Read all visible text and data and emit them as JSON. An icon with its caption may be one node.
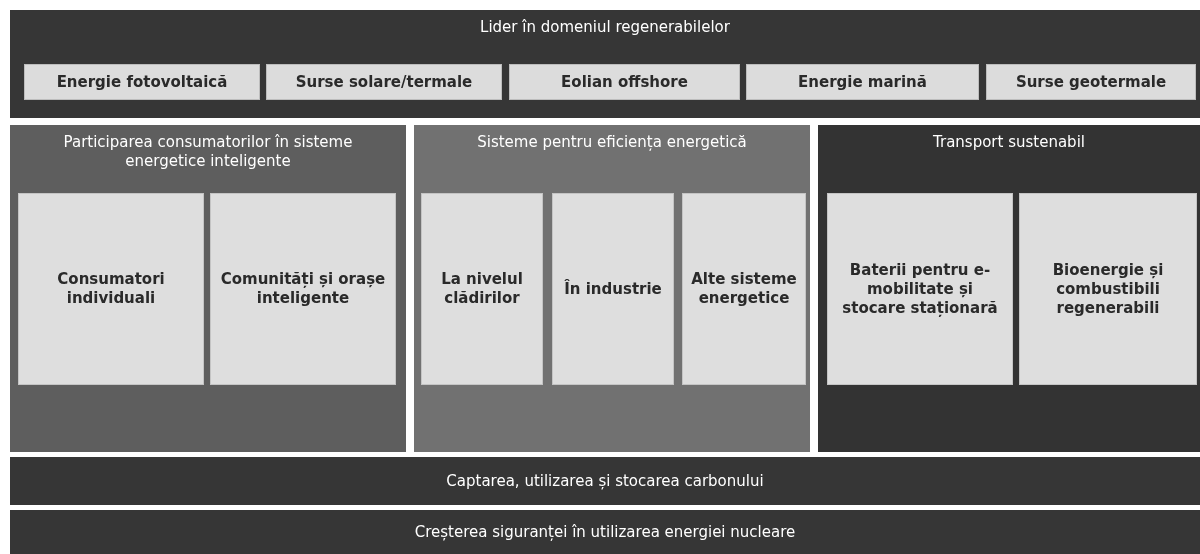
{
  "diagram": {
    "nodes": [
      {
        "text": [
          "Lider în domeniul regenerabilelor"
        ]
      },
      {
        "text": [
          "Energie fotovoltaică"
        ],
        "in": 0
      },
      {
        "text": [
          "Surse solare/termale"
        ],
        "in": 0
      },
      {
        "text": [
          "Eolian offshore"
        ],
        "in": 0
      },
      {
        "text": [
          "Energie marină"
        ],
        "in": 0
      },
      {
        "text": [
          "Surse geotermale"
        ],
        "in": 0
      },
      {
        "text": [
          "Participarea consumatorilor în sisteme energetice inteligente"
        ]
      },
      {
        "text": [
          "Consumatori individuali"
        ],
        "in": 6
      },
      {
        "text": [
          "Comunități și orașe inteligente"
        ],
        "in": 6
      },
      {
        "text": [
          "Sisteme pentru eficiența energetică"
        ]
      },
      {
        "text": [
          "La nivelul clădirilor"
        ],
        "in": 9
      },
      {
        "text": [
          "În industrie"
        ],
        "in": 9
      },
      {
        "text": [
          "Alte sisteme energetice"
        ],
        "in": 9
      },
      {
        "text": [
          "Transport sustenabil"
        ]
      },
      {
        "text": [
          "Baterii pentru e-mobilitate și stocare staționară"
        ],
        "in": 13
      },
      {
        "text": [
          "Bioenergie și combustibili regenerabili"
        ],
        "in": 13
      },
      {
        "text": [
          "Captarea, utilizarea și stocarea carbonului"
        ]
      },
      {
        "text": [
          "Creșterea siguranței în utilizarea energiei nucleare"
        ]
      }
    ]
  }
}
